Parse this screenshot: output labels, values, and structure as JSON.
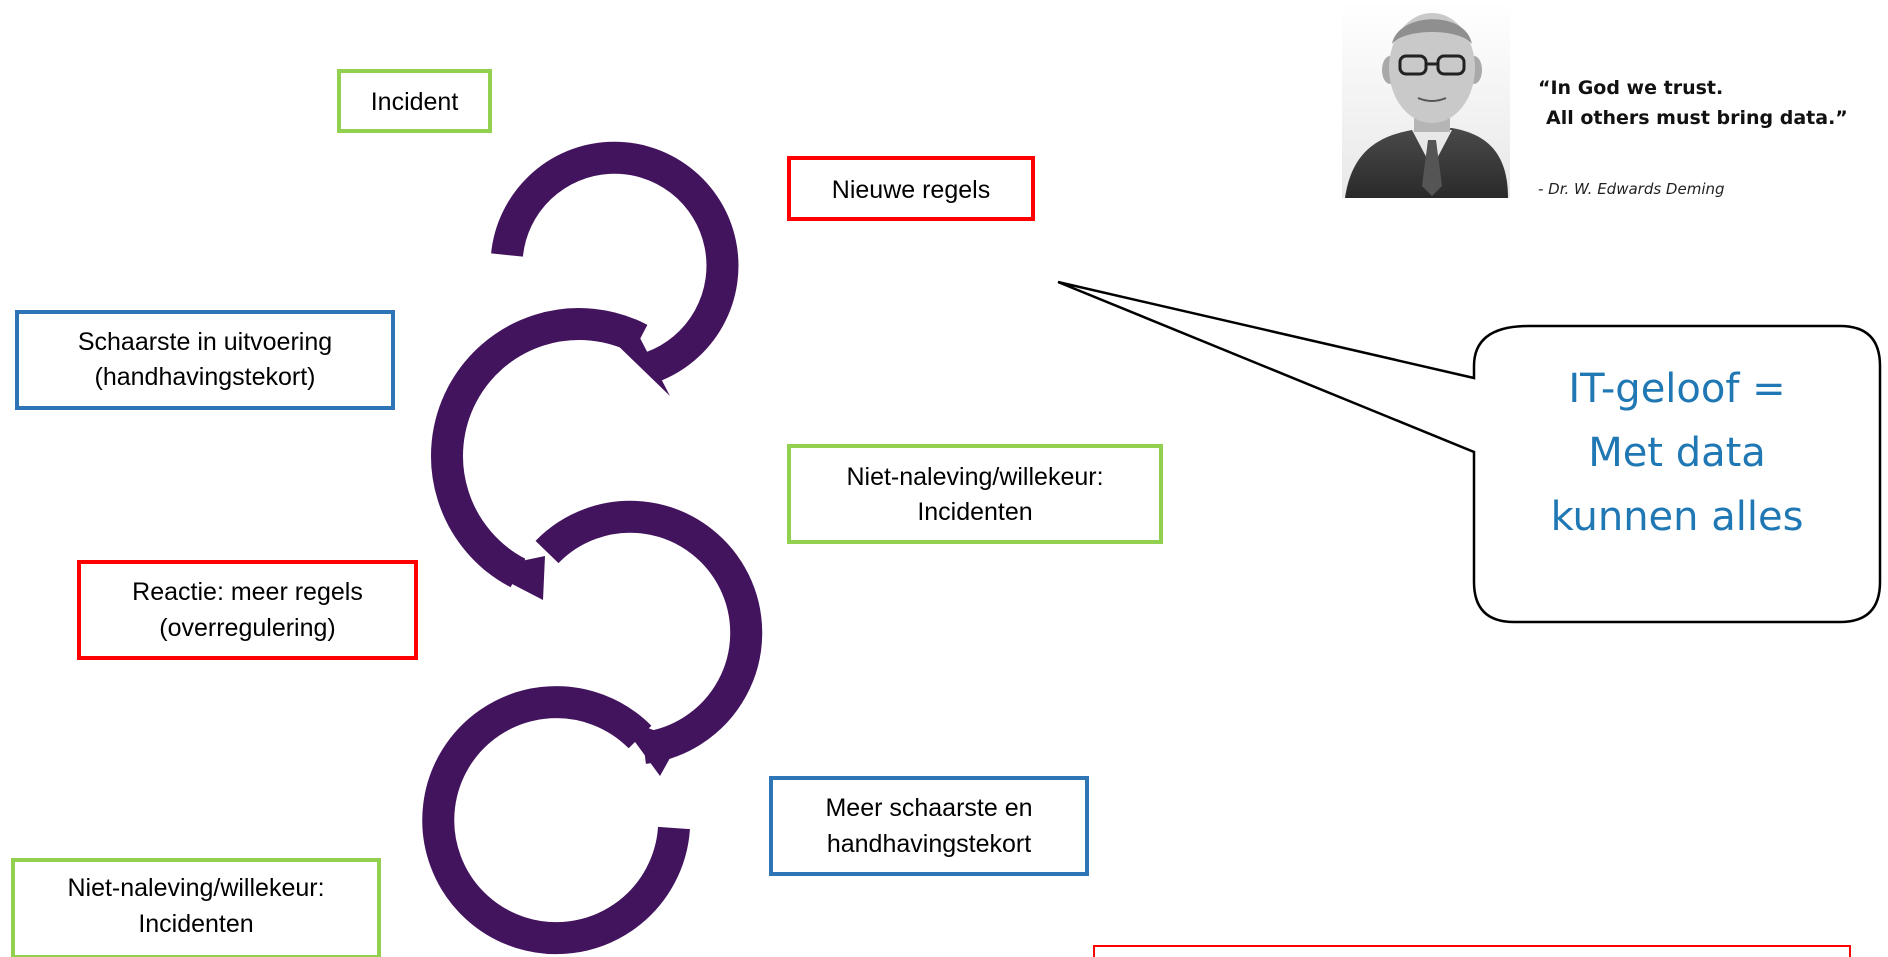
{
  "colors": {
    "arrow": "#43145e",
    "green": "#92d050",
    "red": "#ff0000",
    "blue": "#2e75b6",
    "callout_text": "#1f77b4"
  },
  "boxes": {
    "incident": {
      "lines": [
        "Incident"
      ]
    },
    "nieuwe_regels": {
      "lines": [
        "Nieuwe regels"
      ]
    },
    "schaarste": {
      "lines": [
        "Schaarste in uitvoering",
        "(handhavingstekort)"
      ]
    },
    "niet_naleving_1": {
      "lines": [
        "Niet-naleving/willekeur:",
        "Incidenten"
      ]
    },
    "reactie": {
      "lines": [
        "Reactie: meer regels",
        "(overregulering)"
      ]
    },
    "meer_schaarste": {
      "lines": [
        "Meer schaarste en",
        "handhavingstekort"
      ]
    },
    "niet_naleving_2": {
      "lines": [
        "Niet-naleving/willekeur:",
        "Incidenten"
      ]
    }
  },
  "quote": {
    "line1": "“In God we trust.",
    "line2": "All others must bring data.”",
    "attribution": "- Dr. W. Edwards Deming"
  },
  "portrait": {
    "icon": "portrait-photo"
  },
  "callout": {
    "lines": [
      "IT-geloof =",
      "Met data",
      "kunnen alles"
    ]
  }
}
